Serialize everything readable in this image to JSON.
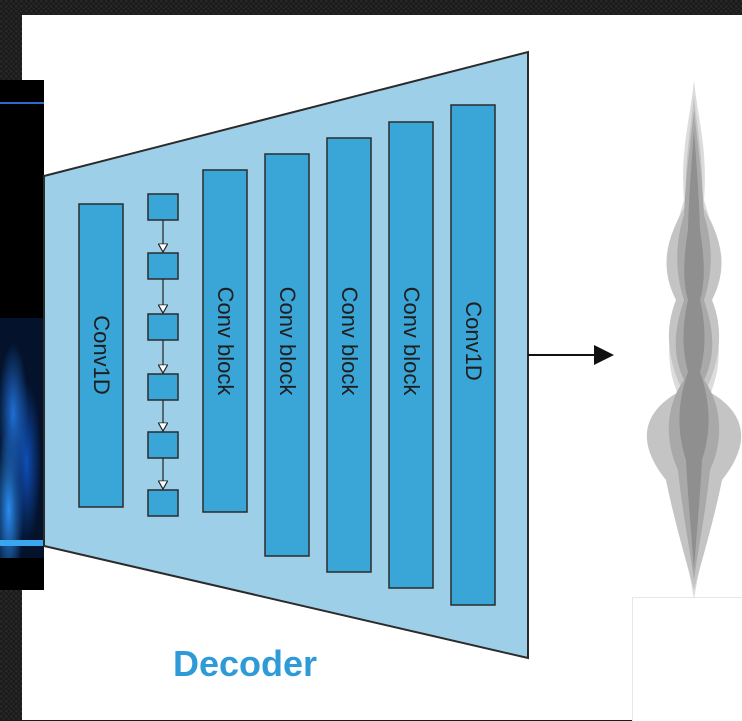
{
  "diagram": {
    "title": "Decoder",
    "blocks": [
      {
        "label": "Conv1D"
      },
      {
        "label": "Conv block"
      },
      {
        "label": "Conv block"
      },
      {
        "label": "Conv block"
      },
      {
        "label": "Conv block"
      },
      {
        "label": "Conv1D"
      }
    ],
    "colors": {
      "decoder_fill": "#9dd0e8",
      "block_fill": "#3aa6d8",
      "title": "#2e9bd8"
    }
  }
}
